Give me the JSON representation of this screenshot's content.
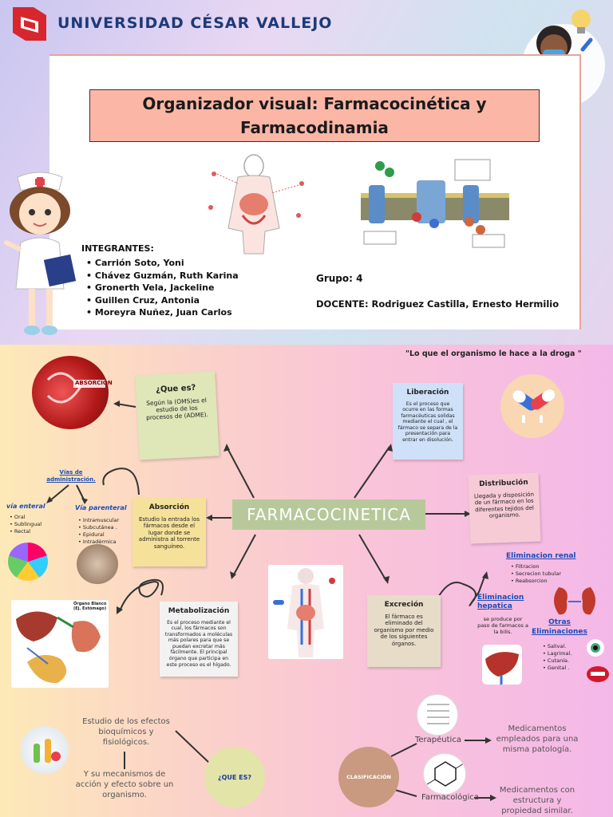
{
  "header": {
    "university": "UNIVERSIDAD CÉSAR VALLEJO"
  },
  "cover": {
    "title": "Organizador visual: Farmacocinética y Farmacodinamia",
    "members_heading": "INTEGRANTES:",
    "members": [
      "Carrión Soto, Yoni",
      "Chávez Guzmán, Ruth Karina",
      "Gronerth Vela, Jackeline",
      "Guillen Cruz, Antonia",
      "Moreyra Nuñez, Juan Carlos"
    ],
    "group": "Grupo: 4",
    "teacher": "DOCENTE: Rodriguez Castilla, Ernesto Hermilio"
  },
  "farmacocinetica": {
    "quote": "\"Lo que el organismo le hace a la droga \"",
    "center": "FARMACOCINETICA",
    "que_es": {
      "title": "¿Que es?",
      "text": "Según la (OMS)es el estudio de los procesos de (ADME)."
    },
    "absorcion": {
      "title": "Absorción",
      "text": "Estudio la entrada los fármacos desde el lugar donde se administra al torrente sanguíneo.",
      "photo_label": "ABSORCIÓN"
    },
    "vias": {
      "title": "Vías de administración.",
      "enteral": {
        "title": "vía enteral",
        "items": [
          "Oral",
          "Sublingual",
          "Rectal"
        ]
      },
      "parenteral": {
        "title": "Vía parenteral",
        "items": [
          "Intramuscular",
          "Subcutánea .",
          "Epidural",
          "Intradérmica"
        ]
      }
    },
    "liberacion": {
      "title": "Liberación",
      "text": "Es el proceso que ocurre en las formas farmacéuticas solidas mediante el cual , el fármaco se separa de la presentación para entrar en disolución."
    },
    "distribucion": {
      "title": "Distribución",
      "text": "Llegada y disposición de un fármaco en los diferentes tejidos del organismo."
    },
    "metabolizacion": {
      "title": "Metabolización",
      "text": "Es el proceso mediante el cual, los fármacos son transformados a moléculas más polares para que se puedan excretar más fácilmente. El principal órgano que participa en este proceso es el hígado.",
      "organ_label": "Órgano Blanco (Ej. Estómago)"
    },
    "excrecion": {
      "title": "Excreción",
      "text": "El fármaco es eliminado del organismo por medio de los siguientes órganos."
    },
    "renal": {
      "title": "Eliminacion renal",
      "items": [
        "Filtracion",
        "Secrecion tubular",
        "Reabsorcion"
      ]
    },
    "hepatica": {
      "title": "Eliminacion hepatica",
      "text": "se produce por paso de farmacos a la bilis."
    },
    "otras": {
      "title": "Otras Eliminaciones",
      "items": [
        "Salival.",
        "Lagrimal.",
        "Cutanía.",
        "Genital ."
      ]
    }
  },
  "farmacodinamia": {
    "que_es_label": "¿QUE ES?",
    "clasificacion_label": "CLASIFICACIÓN",
    "estudio": "Estudio de los efectos bioquímicos y fisiológicos.",
    "mecanismos": "Y su mecanismos de acción y efecto sobre un organismo.",
    "terapeutica": "Terapéutica",
    "terapeutica_desc": "Medicamentos empleados para una misma patología.",
    "farmacologica": "Farmacológica",
    "farmacologica_desc": "Medicamentos con estructura y propiedad similar."
  },
  "colors": {
    "brand_red": "#d7262e",
    "brand_blue": "#1d3a78",
    "title_box": "#fbb6a6",
    "center_box": "#b7c99b",
    "note_green": "#dfe6b8",
    "note_blue": "#cfe1f8",
    "note_pink": "#f6cbd6",
    "note_yellow": "#f5e19a",
    "link_blue": "#1a4bb8"
  }
}
